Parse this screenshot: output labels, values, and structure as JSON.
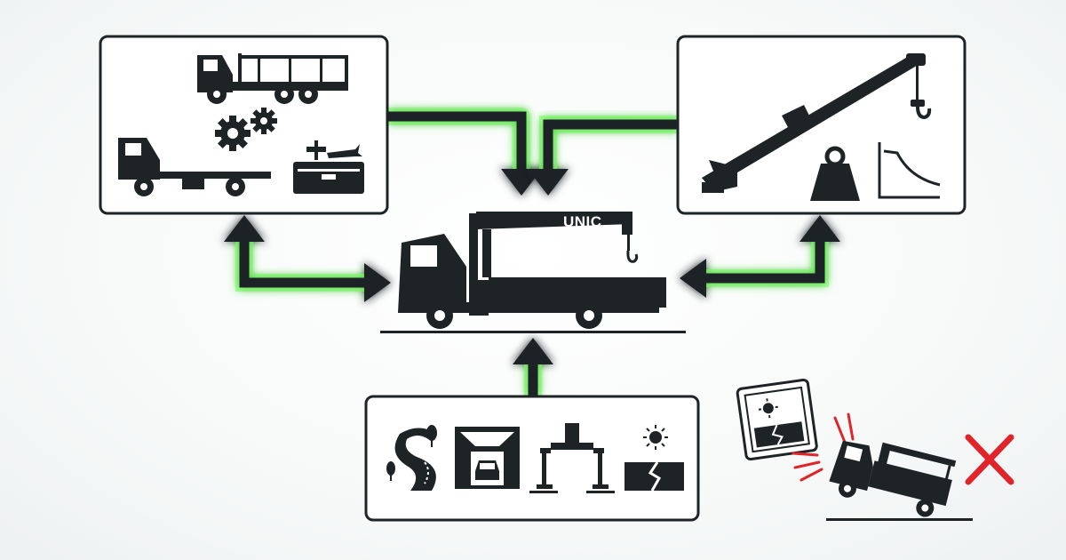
{
  "center": {
    "crane_brand": "UNIC"
  },
  "colors": {
    "ink": "#1e2426",
    "glow": "#6fff5a",
    "panel_bg": "#ffffff",
    "warning_red": "#e0242a"
  },
  "panels": [
    {
      "id": "truck-selection",
      "icons": [
        "flatbed-truck-icon",
        "gears-icon",
        "tool-box-icon"
      ]
    },
    {
      "id": "crane-capacity",
      "icons": [
        "crane-boom-icon",
        "weight-icon",
        "load-chart-icon"
      ]
    },
    {
      "id": "site-conditions",
      "icons": [
        "winding-road-icon",
        "tunnel-icon",
        "outrigger-icon",
        "ground-crack-icon"
      ]
    }
  ],
  "warning": {
    "icons": [
      "cracked-ground-sign-icon",
      "tipping-truck-icon",
      "x-mark-icon"
    ]
  }
}
